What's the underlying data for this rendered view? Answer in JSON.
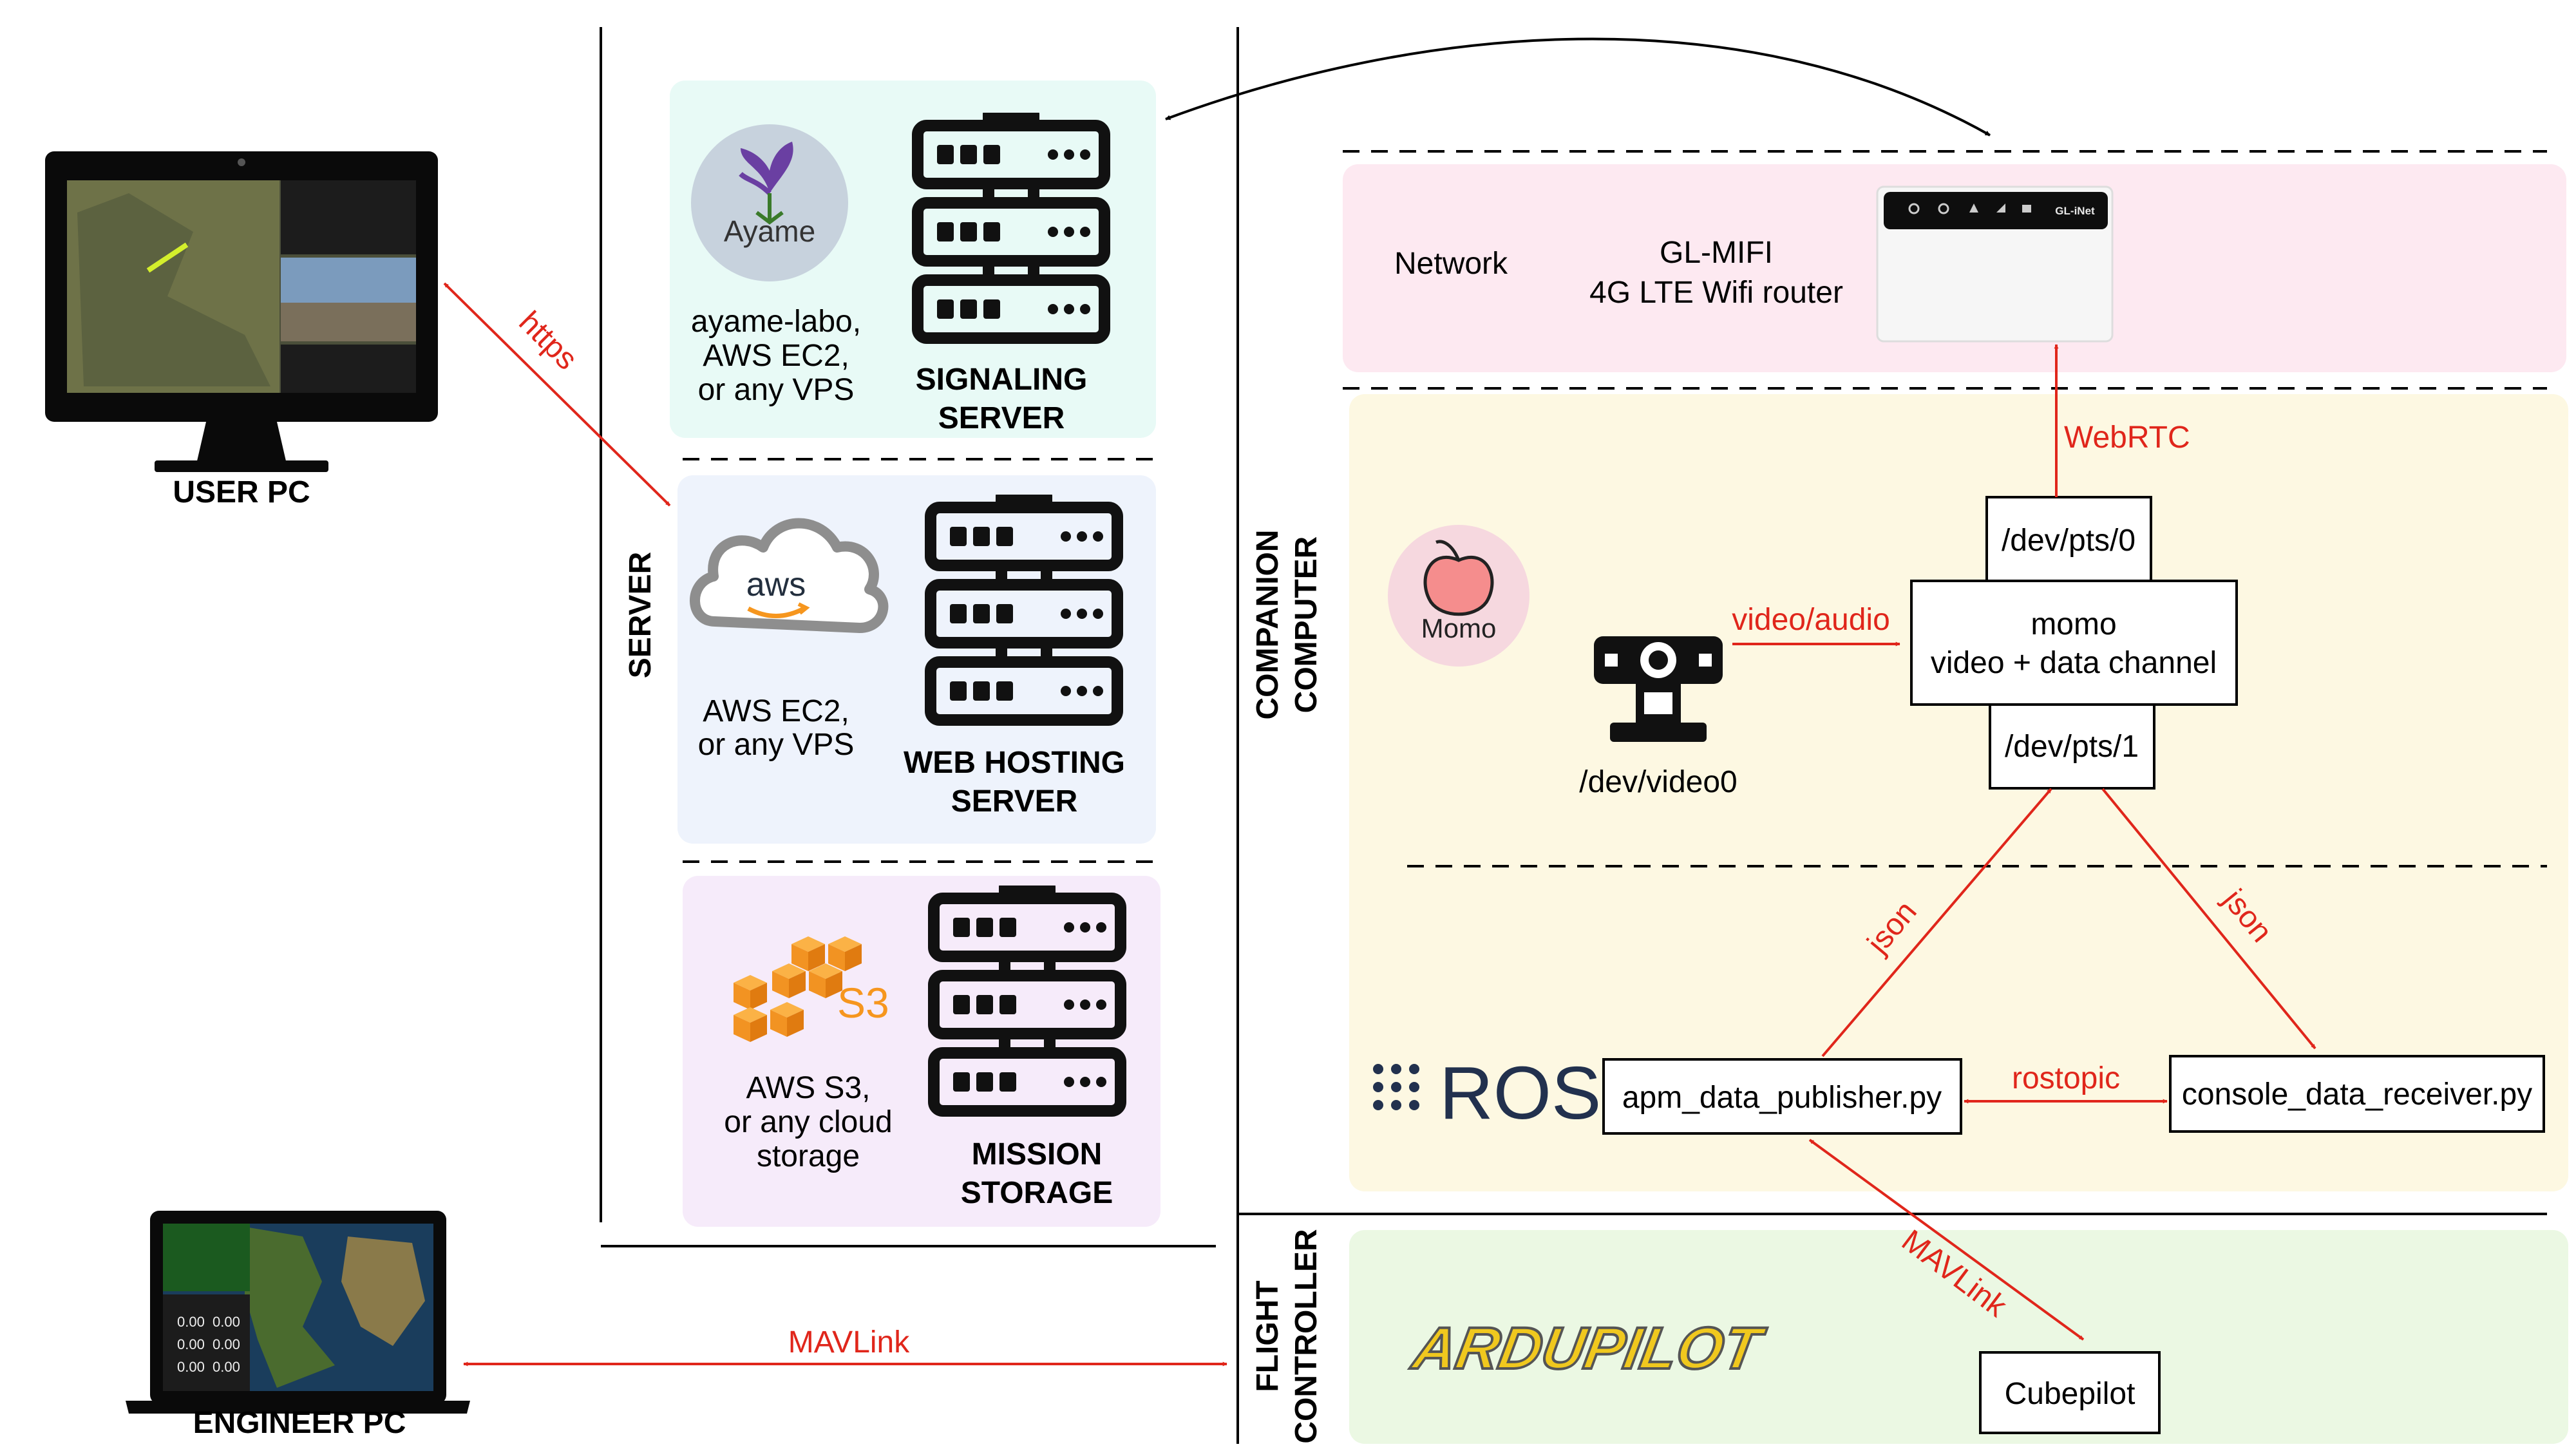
{
  "user_pc": {
    "label": "USER PC"
  },
  "engineer_pc": {
    "label": "ENGINEER PC"
  },
  "server": {
    "section_label": "SERVER",
    "signaling": {
      "logo_text": "Ayame",
      "hosts": [
        "ayame-labo,",
        "AWS EC2,",
        "or any VPS"
      ],
      "title": [
        "SIGNALING",
        "SERVER"
      ]
    },
    "web_hosting": {
      "logo_text": "aws",
      "hosts": [
        "AWS EC2,",
        "or any VPS"
      ],
      "title": [
        "WEB HOSTING",
        "SERVER"
      ]
    },
    "mission_storage": {
      "logo_text": "S3",
      "hosts": [
        "AWS S3,",
        "or any cloud",
        "storage"
      ],
      "title": [
        "MISSION",
        "STORAGE"
      ]
    }
  },
  "companion": {
    "section_label": [
      "COMPANION",
      "COMPUTER"
    ],
    "network": {
      "label": "Network",
      "router_name": "GL-MIFI",
      "router_desc": "4G LTE Wifi router",
      "router_brand": "GL-iNet"
    },
    "momo_logo": "Momo",
    "camera_device": "/dev/video0",
    "pts0": "/dev/pts/0",
    "pts1": "/dev/pts/1",
    "momo_title": "momo",
    "momo_desc": "video + data channel",
    "ros_logo": "ROS",
    "apm_node": "apm_data_publisher.py",
    "console_node": "console_data_receiver.py"
  },
  "flight_controller": {
    "section_label": [
      "FLIGHT",
      "CONTROLLER"
    ],
    "logo": "ARDUPILOT",
    "board": "Cubepilot"
  },
  "edges": {
    "https": "https",
    "webrtc": "WebRTC",
    "video_audio": "video/audio",
    "json_up": "json",
    "json_down": "json",
    "rostopic": "rostopic",
    "mavlink_fc": "MAVLink",
    "mavlink_engineer": "MAVLink"
  },
  "colors": {
    "signaling_bg": "#e8faf6",
    "web_bg": "#eef3fc",
    "storage_bg": "#f6ebfa",
    "network_bg": "#fde9f1",
    "companion_bg": "#fdf8e2",
    "fc_bg": "#ebf8e3",
    "edge_red": "#e0261b",
    "aws_orange": "#f6961e"
  }
}
